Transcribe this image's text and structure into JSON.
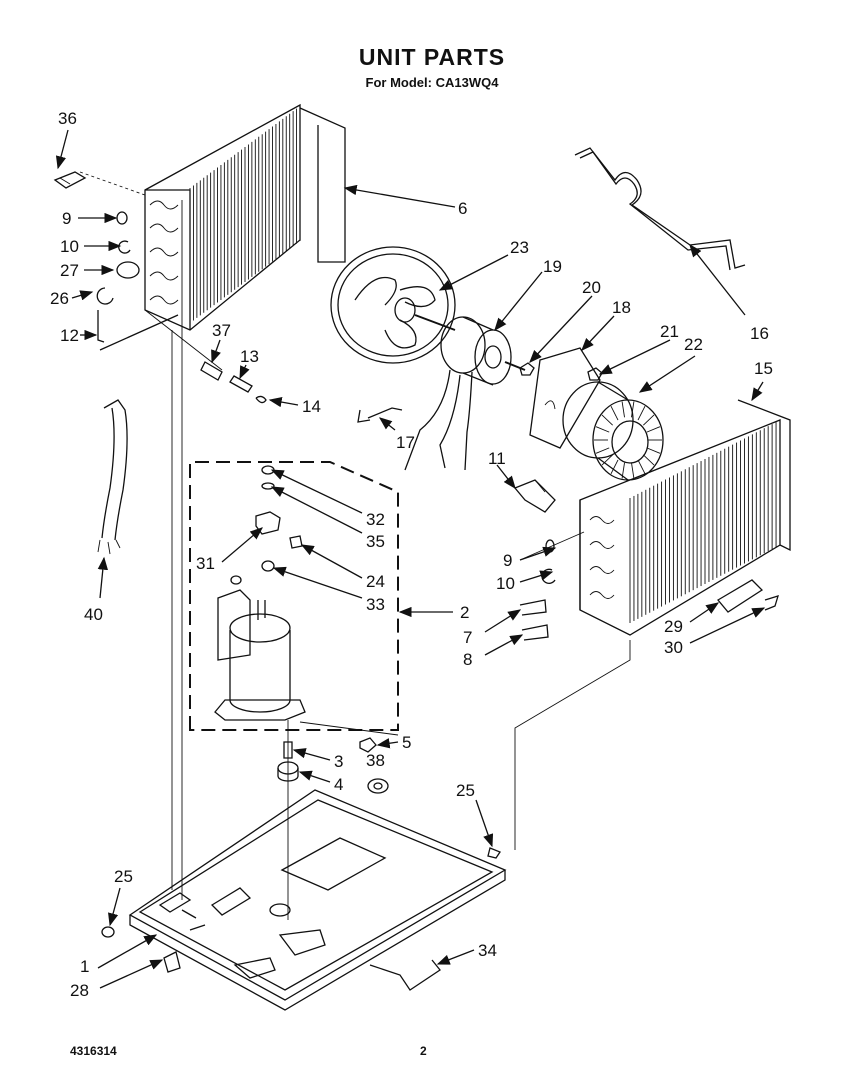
{
  "header": {
    "title": "UNIT PARTS",
    "subtitle": "For Model: CA13WQ4"
  },
  "footer": {
    "doc_number": "4316314",
    "page_number": "2"
  },
  "part_labels": [
    "36",
    "6",
    "9",
    "10",
    "27",
    "26",
    "12",
    "23",
    "19",
    "20",
    "18",
    "21",
    "22",
    "16",
    "37",
    "13",
    "14",
    "15",
    "17",
    "11",
    "32",
    "35",
    "31",
    "24",
    "33",
    "2",
    "9",
    "10",
    "7",
    "8",
    "29",
    "30",
    "40",
    "5",
    "3",
    "38",
    "4",
    "25",
    "25",
    "1",
    "34",
    "28"
  ]
}
